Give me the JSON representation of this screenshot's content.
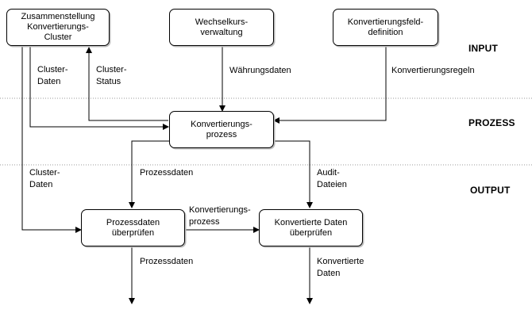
{
  "zones": {
    "input": "INPUT",
    "process": "PROZESS",
    "output": "OUTPUT"
  },
  "boxes": {
    "cluster": "Zusammenstellung\nKonvertierungs-\nCluster",
    "exchange": "Wechselkurs-\nverwaltung",
    "fielddef": "Konvertierungsfeld-\ndefinition",
    "conversion": "Konvertierungs-\nprozess",
    "check_process": "Prozessdaten\nüberprüfen",
    "check_converted": "Konvertierte Daten\nüberprüfen"
  },
  "labels": {
    "cluster_data_1": "Cluster-\nDaten",
    "cluster_status": "Cluster-\nStatus",
    "currency_data": "Währungsdaten",
    "conversion_rules": "Konvertierungsregeln",
    "cluster_data_2": "Cluster-\nDaten",
    "process_data_1": "Prozessdaten",
    "audit_files": "Audit-\nDateien",
    "conversion_process": "Konvertierungs-\nprozess",
    "process_data_2": "Prozessdaten",
    "converted_data": "Konvertierte\nDaten"
  }
}
